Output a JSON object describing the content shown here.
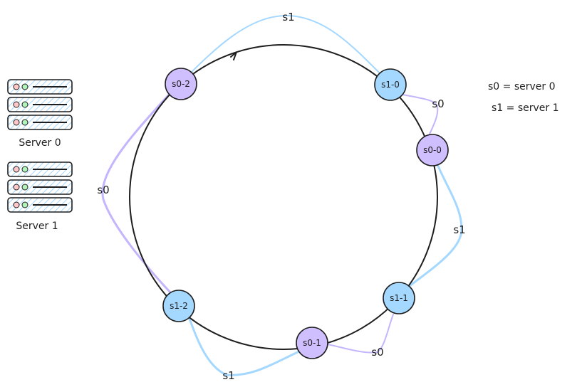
{
  "legend": {
    "s0": "s0 = server 0",
    "s1": "s1 = server 1"
  },
  "servers": [
    {
      "label": "Server 0"
    },
    {
      "label": "Server 1"
    }
  ],
  "nodes": [
    {
      "id": "s0-2",
      "label": "s0-2",
      "server": "s0"
    },
    {
      "id": "s1-0",
      "label": "s1-0",
      "server": "s1"
    },
    {
      "id": "s0-0",
      "label": "s0-0",
      "server": "s0"
    },
    {
      "id": "s1-1",
      "label": "s1-1",
      "server": "s1"
    },
    {
      "id": "s0-1",
      "label": "s0-1",
      "server": "s0"
    },
    {
      "id": "s1-2",
      "label": "s1-2",
      "server": "s1"
    }
  ],
  "arc_labels": {
    "top": "s1",
    "s1_0_to_s0_0": "s0",
    "right": "s1",
    "bottom_right": "s0",
    "bottom": "s1",
    "left": "s0"
  },
  "colors": {
    "server0": "#d0bfff",
    "server1": "#a5d8ff",
    "ring": "#1e1e1e",
    "arc_server0": "#c4b5fd",
    "arc_server1": "#a5d8ff"
  }
}
